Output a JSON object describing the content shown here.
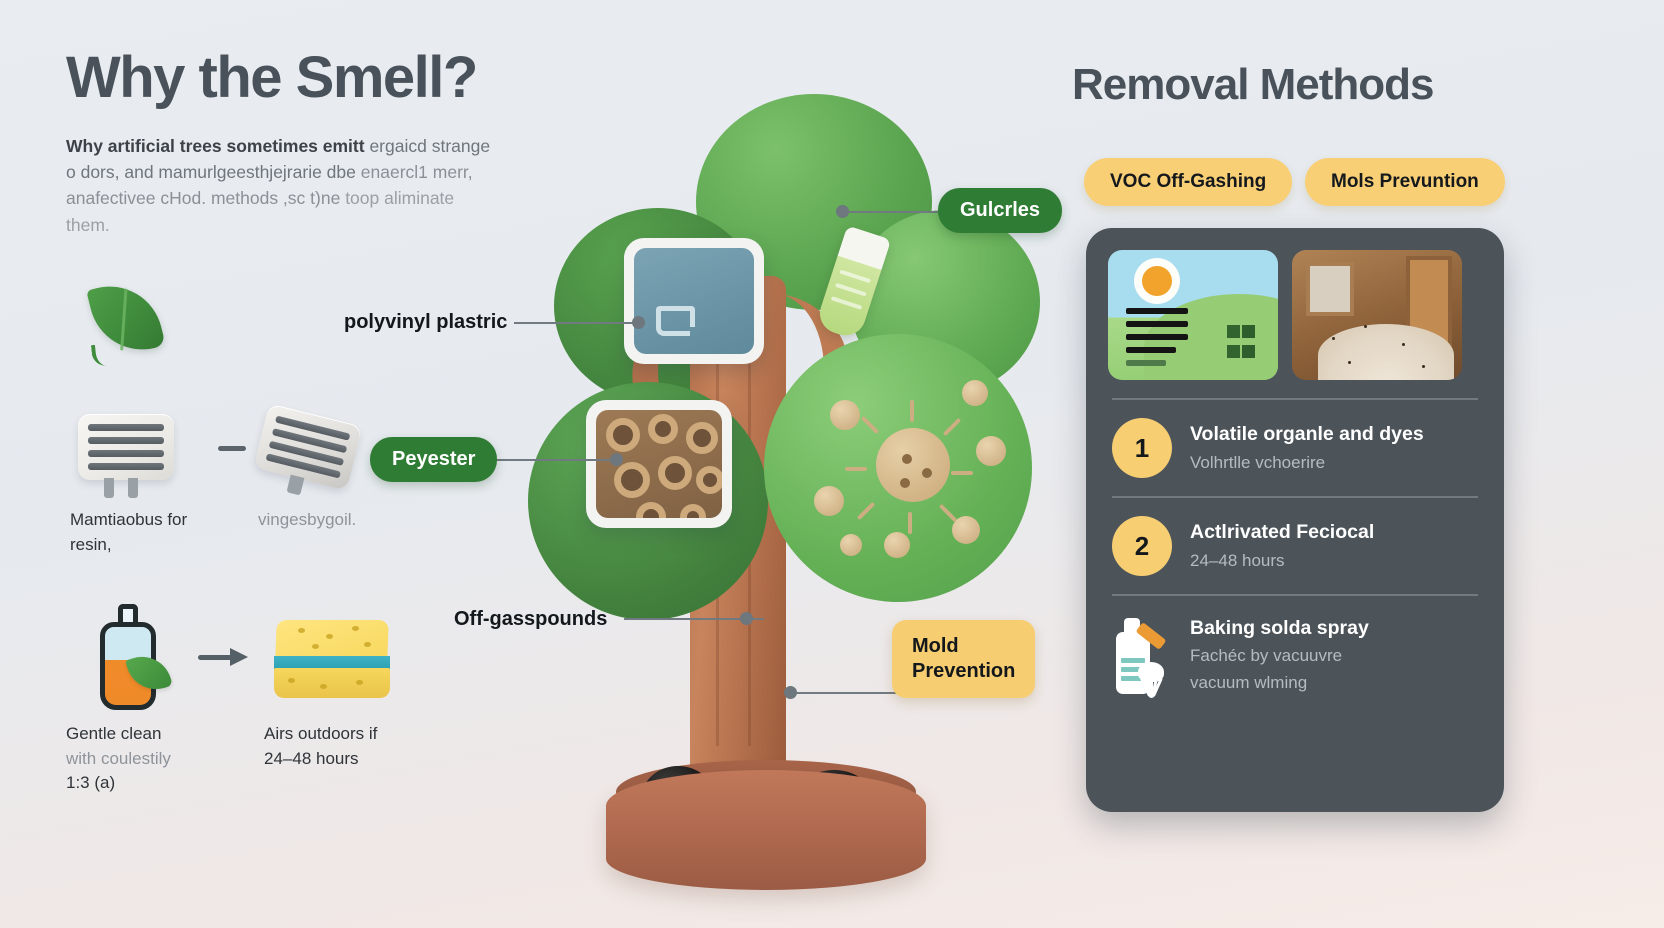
{
  "left": {
    "headline": "Why the Smell?",
    "lede": {
      "l1_bold": "Why artificial trees sometimes emitt",
      "l1_rest": " ergaicd",
      "l2": "strange o dors, and mamurlgeesthjejrarie dbe",
      "l3": "enaercl1 merr, anafectivee cHod. methods ,sc t)ne",
      "l4": "toop aliminate them."
    },
    "icons": {
      "leaf": "leaf-icon",
      "vent_a": "vent-icon",
      "vent_b": "vent-icon-tilted",
      "bottle": "spray-bottle-icon",
      "arrow": "arrow-right-icon",
      "sponge": "sponge-icon"
    },
    "captions": {
      "vent_a_l1": "Mamtiaobus for",
      "vent_a_l2": "resin,",
      "vent_b_l1": "vingesbygoil.",
      "clean_l1": "Gentle clean",
      "clean_l2": "with coulestily",
      "clean_l3": "1:3 (a)",
      "air_l1": "Airs outdoors if",
      "air_l2": "24–48 hours"
    }
  },
  "center": {
    "labels": {
      "granules_pill": "Gulcrles",
      "polyvinyl": "polyvinyl plastric",
      "polyester_pill": "Peyester",
      "offgas": "Off-gasspounds",
      "mold_l1": "Mold",
      "mold_l2": "Prevention"
    }
  },
  "right": {
    "title": "Removal Methods",
    "chips": [
      {
        "label": "VOC Off-Gashing"
      },
      {
        "label": "Mols Prevuntion"
      }
    ],
    "thumbs": [
      {
        "name": "sunny-outdoor-airing-thumbnail"
      },
      {
        "name": "baking-soda-pile-indoor-thumbnail"
      }
    ],
    "steps": [
      {
        "num": "1",
        "title": "Volatile organle and dyes",
        "sub": "Volhrtlle vchoerire"
      },
      {
        "num": "2",
        "title": "Actlrivated Feciocal",
        "sub": "24–48 hours"
      }
    ],
    "spray_step": {
      "title": "Baking solda spray",
      "sub1": "Fachéc by vacuuvre",
      "sub2": "vacuum wlming"
    }
  },
  "colors": {
    "accent_yellow": "#f8ce73",
    "accent_green": "#2f7d34",
    "dark_card": "#4c545a",
    "heading": "#49525a"
  }
}
